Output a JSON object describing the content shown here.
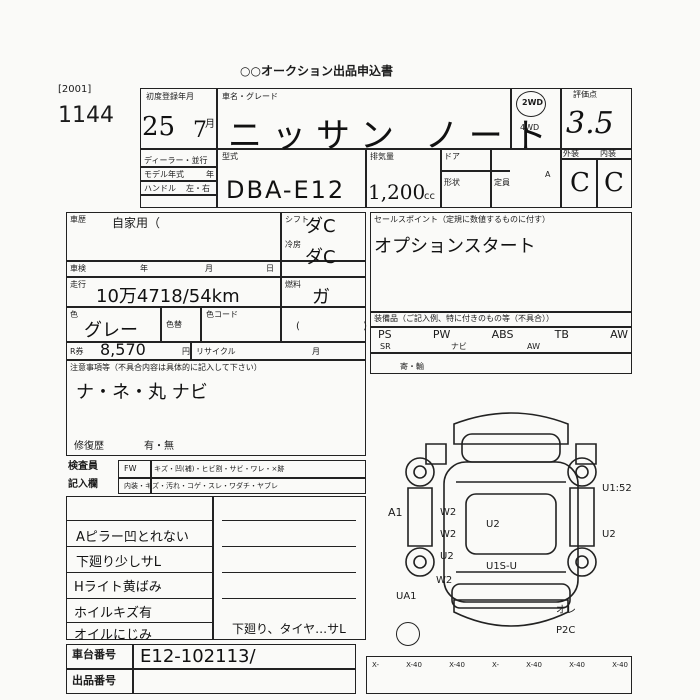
{
  "header": {
    "form_title": "○○オークション出品申込書",
    "ref_code": "[2001]",
    "lot_number": "1144"
  },
  "first_reg": {
    "label": "初度登録年月",
    "year": "25",
    "month": "7",
    "month_unit": "月",
    "dealer_label": "ディーラー・並行",
    "model_year_label": "モデル年式",
    "model_year_unit": "年",
    "handle_label": "ハンドル",
    "handle_value": "左・右"
  },
  "car_name": {
    "label": "車名・グレード",
    "value": "ニッサン ノート"
  },
  "drive": {
    "label": "2WD",
    "selected": "4WD"
  },
  "type_code": {
    "label": "型式",
    "value": "DBA-E12"
  },
  "displacement": {
    "label": "排気量",
    "value": "1,200",
    "unit": "cc"
  },
  "doors": {
    "label": "ドア",
    "shape_label": "形状",
    "seats_label": "定員",
    "a_mark": "A"
  },
  "score": {
    "label": "評価点",
    "value": "3.5",
    "ext_label": "外装",
    "int_label": "内装",
    "ext_value": "C",
    "int_value": "C"
  },
  "usage": {
    "label": "車歴",
    "value": "自家用（"
  },
  "inspection": {
    "label": "車検",
    "year_unit": "年",
    "month_unit": "月",
    "day_unit": "日"
  },
  "mileage": {
    "label": "走行",
    "value": "10万4718/54km"
  },
  "color": {
    "label": "色",
    "value": "グレー",
    "changed_label": "色替",
    "code_label": "色コード"
  },
  "r_row": {
    "label": "R券",
    "value": "8,570",
    "unit": "円",
    "recycle_label": "リサイクル",
    "month_unit": "月"
  },
  "shift": {
    "label": "シフト",
    "value": "ダC",
    "aircon_label": "冷房",
    "aircon_value": "ダC",
    "fuel_label": "燃料",
    "fuel_value": "ガ",
    "fuel_note": "( )"
  },
  "sales_point": {
    "label": "セールスポイント（定規に数値するものに付す）",
    "value": "オプションスタート"
  },
  "equipment": {
    "header": "装備品（ご記入例、特に付きのもの等（不具合））",
    "items": [
      "PS",
      "PW",
      "ABS",
      "TB",
      "AW"
    ],
    "sub_items": [
      "SR",
      "ナビ",
      "AW"
    ],
    "note_label": "寄・輸"
  },
  "notes": {
    "label": "注意事項等（不具合内容は具体的に記入して下さい）",
    "value": "ナ・ネ・丸 ナビ",
    "history_label": "修復歴",
    "history_value": "有・無"
  },
  "inspector": {
    "label": "検査員",
    "record_label": "記入欄",
    "fw": "FW",
    "row1": "キズ・凹(補)・ヒビ割・サビ・ワレ・×跡",
    "row2": "内装・キズ・汚れ・コゲ・スレ・ワダチ・ヤブレ"
  },
  "remarks": [
    "Aピラー凹とれない",
    "下廻り少しサL",
    "Hライト黄ばみ",
    "ホイルキズ有",
    "オイルにじみ"
  ],
  "remark_right": "下廻り、タイヤ…サL",
  "diagram": {
    "labels": {
      "rear_top": "U1:52",
      "right_mid": "U2",
      "left_a": "A1",
      "w2_a": "W2",
      "w2_b": "W2",
      "center": "U2",
      "u2_left": "U2",
      "bumper": "U1S-U",
      "front_left": "UA1",
      "w2_c": "W2",
      "front_r": "P2C",
      "rear_o": "オレ"
    }
  },
  "chassis": {
    "label": "車台番号",
    "value": "E12-102113/"
  },
  "dealer_no": {
    "label": "出品番号"
  },
  "bottom_codes": [
    "X-",
    "X-40",
    "X-40",
    "X-",
    "X-40",
    "X-40",
    "X-40"
  ]
}
